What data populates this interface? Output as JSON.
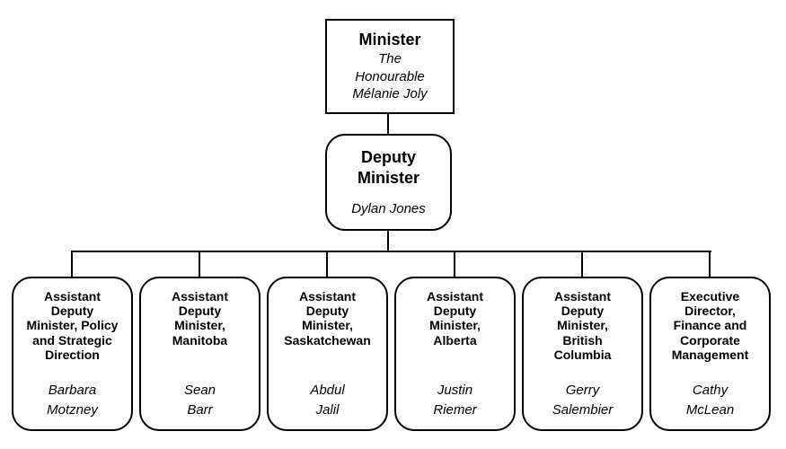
{
  "chart": {
    "type": "org-chart",
    "line_color": "#000000",
    "box_background": "#ffffff",
    "text_color": "#000000"
  },
  "minister": {
    "title": "Minister",
    "name": "The\nHonourable\nMélanie Joly"
  },
  "deputy_minister": {
    "title": "Deputy\nMinister",
    "name": "Dylan Jones"
  },
  "children": [
    {
      "title": "Assistant\nDeputy\nMinister, Policy\nand Strategic\nDirection",
      "name": "Barbara\nMotzney"
    },
    {
      "title": "Assistant\nDeputy\nMinister,\nManitoba",
      "name": "Sean\nBarr"
    },
    {
      "title": "Assistant\nDeputy\nMinister,\nSaskatchewan",
      "name": "Abdul\nJalil"
    },
    {
      "title": "Assistant\nDeputy\nMinister,\nAlberta",
      "name": "Justin\nRiemer"
    },
    {
      "title": "Assistant\nDeputy\nMinister,\nBritish\nColumbia",
      "name": "Gerry\nSalembier"
    },
    {
      "title": "Executive\nDirector,\nFinance and\nCorporate\nManagement",
      "name": "Cathy\nMcLean"
    }
  ]
}
